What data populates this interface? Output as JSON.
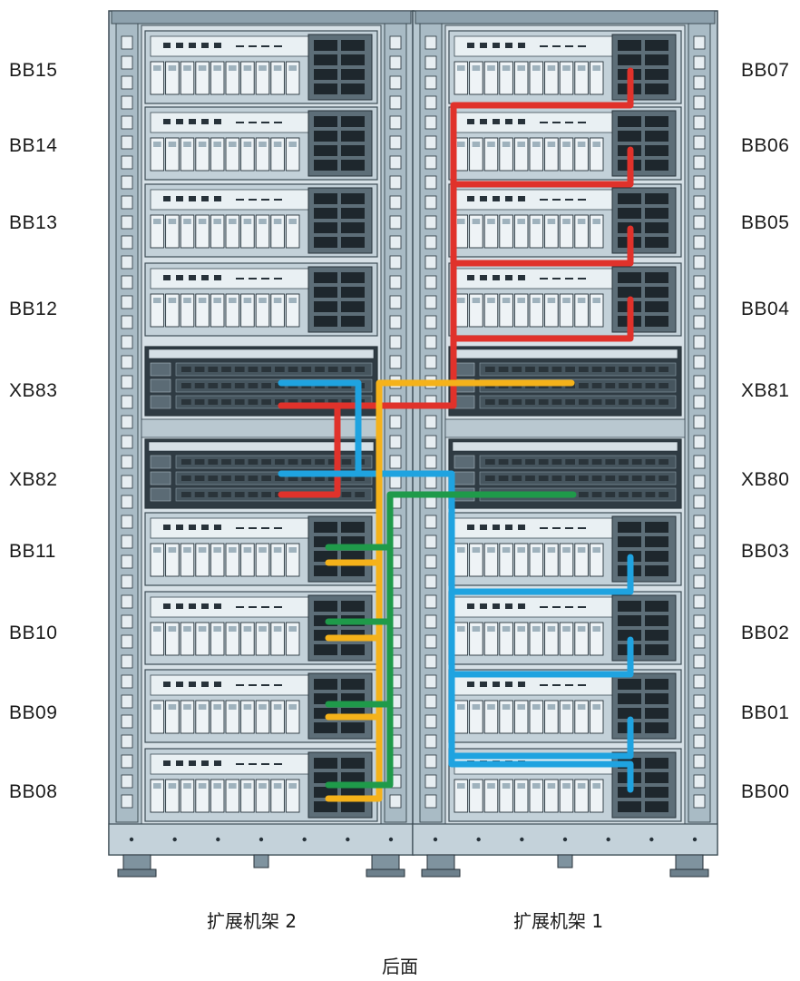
{
  "labels": {
    "left": [
      "BB15",
      "BB14",
      "BB13",
      "BB12",
      "XB83",
      "XB82",
      "BB11",
      "BB10",
      "BB09",
      "BB08"
    ],
    "right": [
      "BB07",
      "BB06",
      "BB05",
      "BB04",
      "XB81",
      "XB80",
      "BB03",
      "BB02",
      "BB01",
      "BB00"
    ]
  },
  "captions": {
    "rack_left": "扩展机架 2",
    "rack_right": "扩展机架 1",
    "bottom": "后面"
  },
  "colors": {
    "red": "#e0322b",
    "blue": "#1fa3e0",
    "yellow": "#f5b21a",
    "green": "#1f9a4a",
    "frame": "#9bb0bc",
    "frame_dark": "#3d4c55"
  }
}
